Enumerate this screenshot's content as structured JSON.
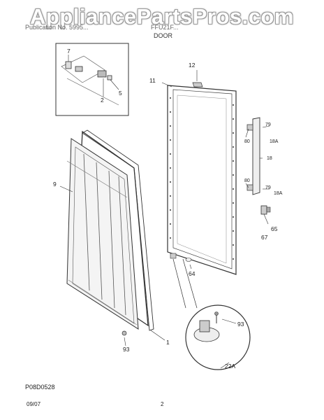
{
  "watermark": "AppliancePartsPros.com",
  "header": {
    "publication": "Publication No. 5995...",
    "model": "FFU21F...",
    "section": "DOOR"
  },
  "diagram_code": "P08D0528",
  "footer": {
    "date": "09/07",
    "page": "2"
  },
  "callouts": [
    "7",
    "2",
    "5",
    "12",
    "11",
    "79",
    "80",
    "18A",
    "18",
    "80",
    "79",
    "18A",
    "9",
    "65",
    "67",
    "64",
    "93",
    "1",
    "93",
    "22A"
  ]
}
